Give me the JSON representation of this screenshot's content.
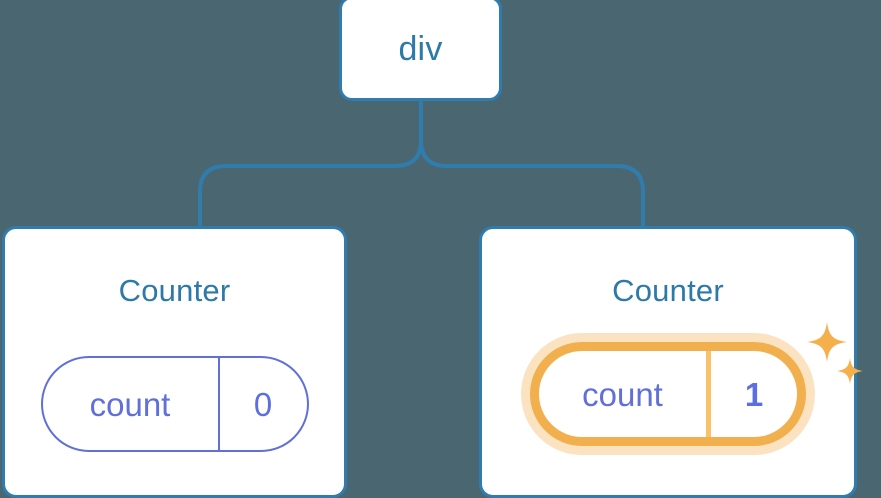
{
  "diagram": {
    "background_color": "#4a6771",
    "node_border_color": "#2f7cad",
    "node_text_color": "#2c79aa",
    "state_color": "#6070d8",
    "highlight_color": "#f2af4e",
    "highlight_glow_color": "#fbdcae",
    "sparkle_color": "#f5b04c",
    "root": {
      "label": "div"
    },
    "children": [
      {
        "title": "Counter",
        "state_key": "count",
        "state_value": "0",
        "highlighted": "false"
      },
      {
        "title": "Counter",
        "state_key": "count",
        "state_value": "1",
        "highlighted": "true"
      }
    ]
  }
}
